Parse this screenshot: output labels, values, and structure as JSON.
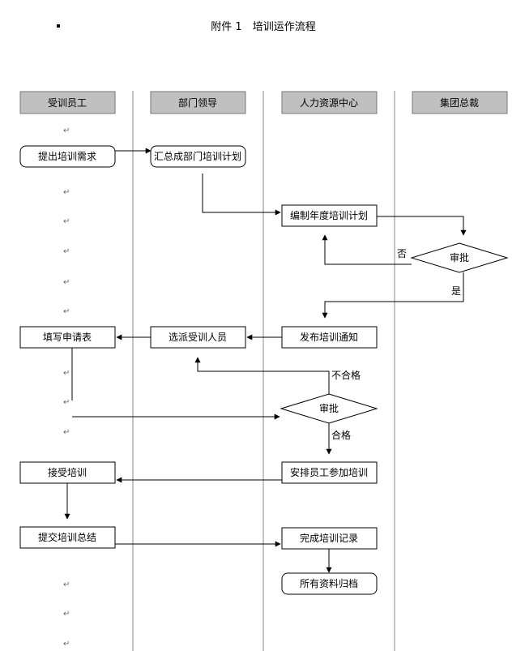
{
  "doc": {
    "title": "附件 1　培训运作流程",
    "para_mark": "↵"
  },
  "lanes": [
    {
      "label": "受训员工"
    },
    {
      "label": "部门领导"
    },
    {
      "label": "人力资源中心"
    },
    {
      "label": "集团总裁"
    }
  ],
  "steps": {
    "propose": "提出培训需求",
    "summarize": "汇总成部门培训计划",
    "compile": "编制年度培训计划",
    "approve1": "审批",
    "publish": "发布培训通知",
    "select": "选派受训人员",
    "apply": "填写申请表",
    "approve2": "审批",
    "arrange": "安排员工参加培训",
    "accept": "接受培训",
    "submit": "提交培训总结",
    "complete": "完成培训记录",
    "archive": "所有资料归档"
  },
  "labels": {
    "no": "否",
    "yes": "是",
    "fail": "不合格",
    "pass": "合格"
  }
}
